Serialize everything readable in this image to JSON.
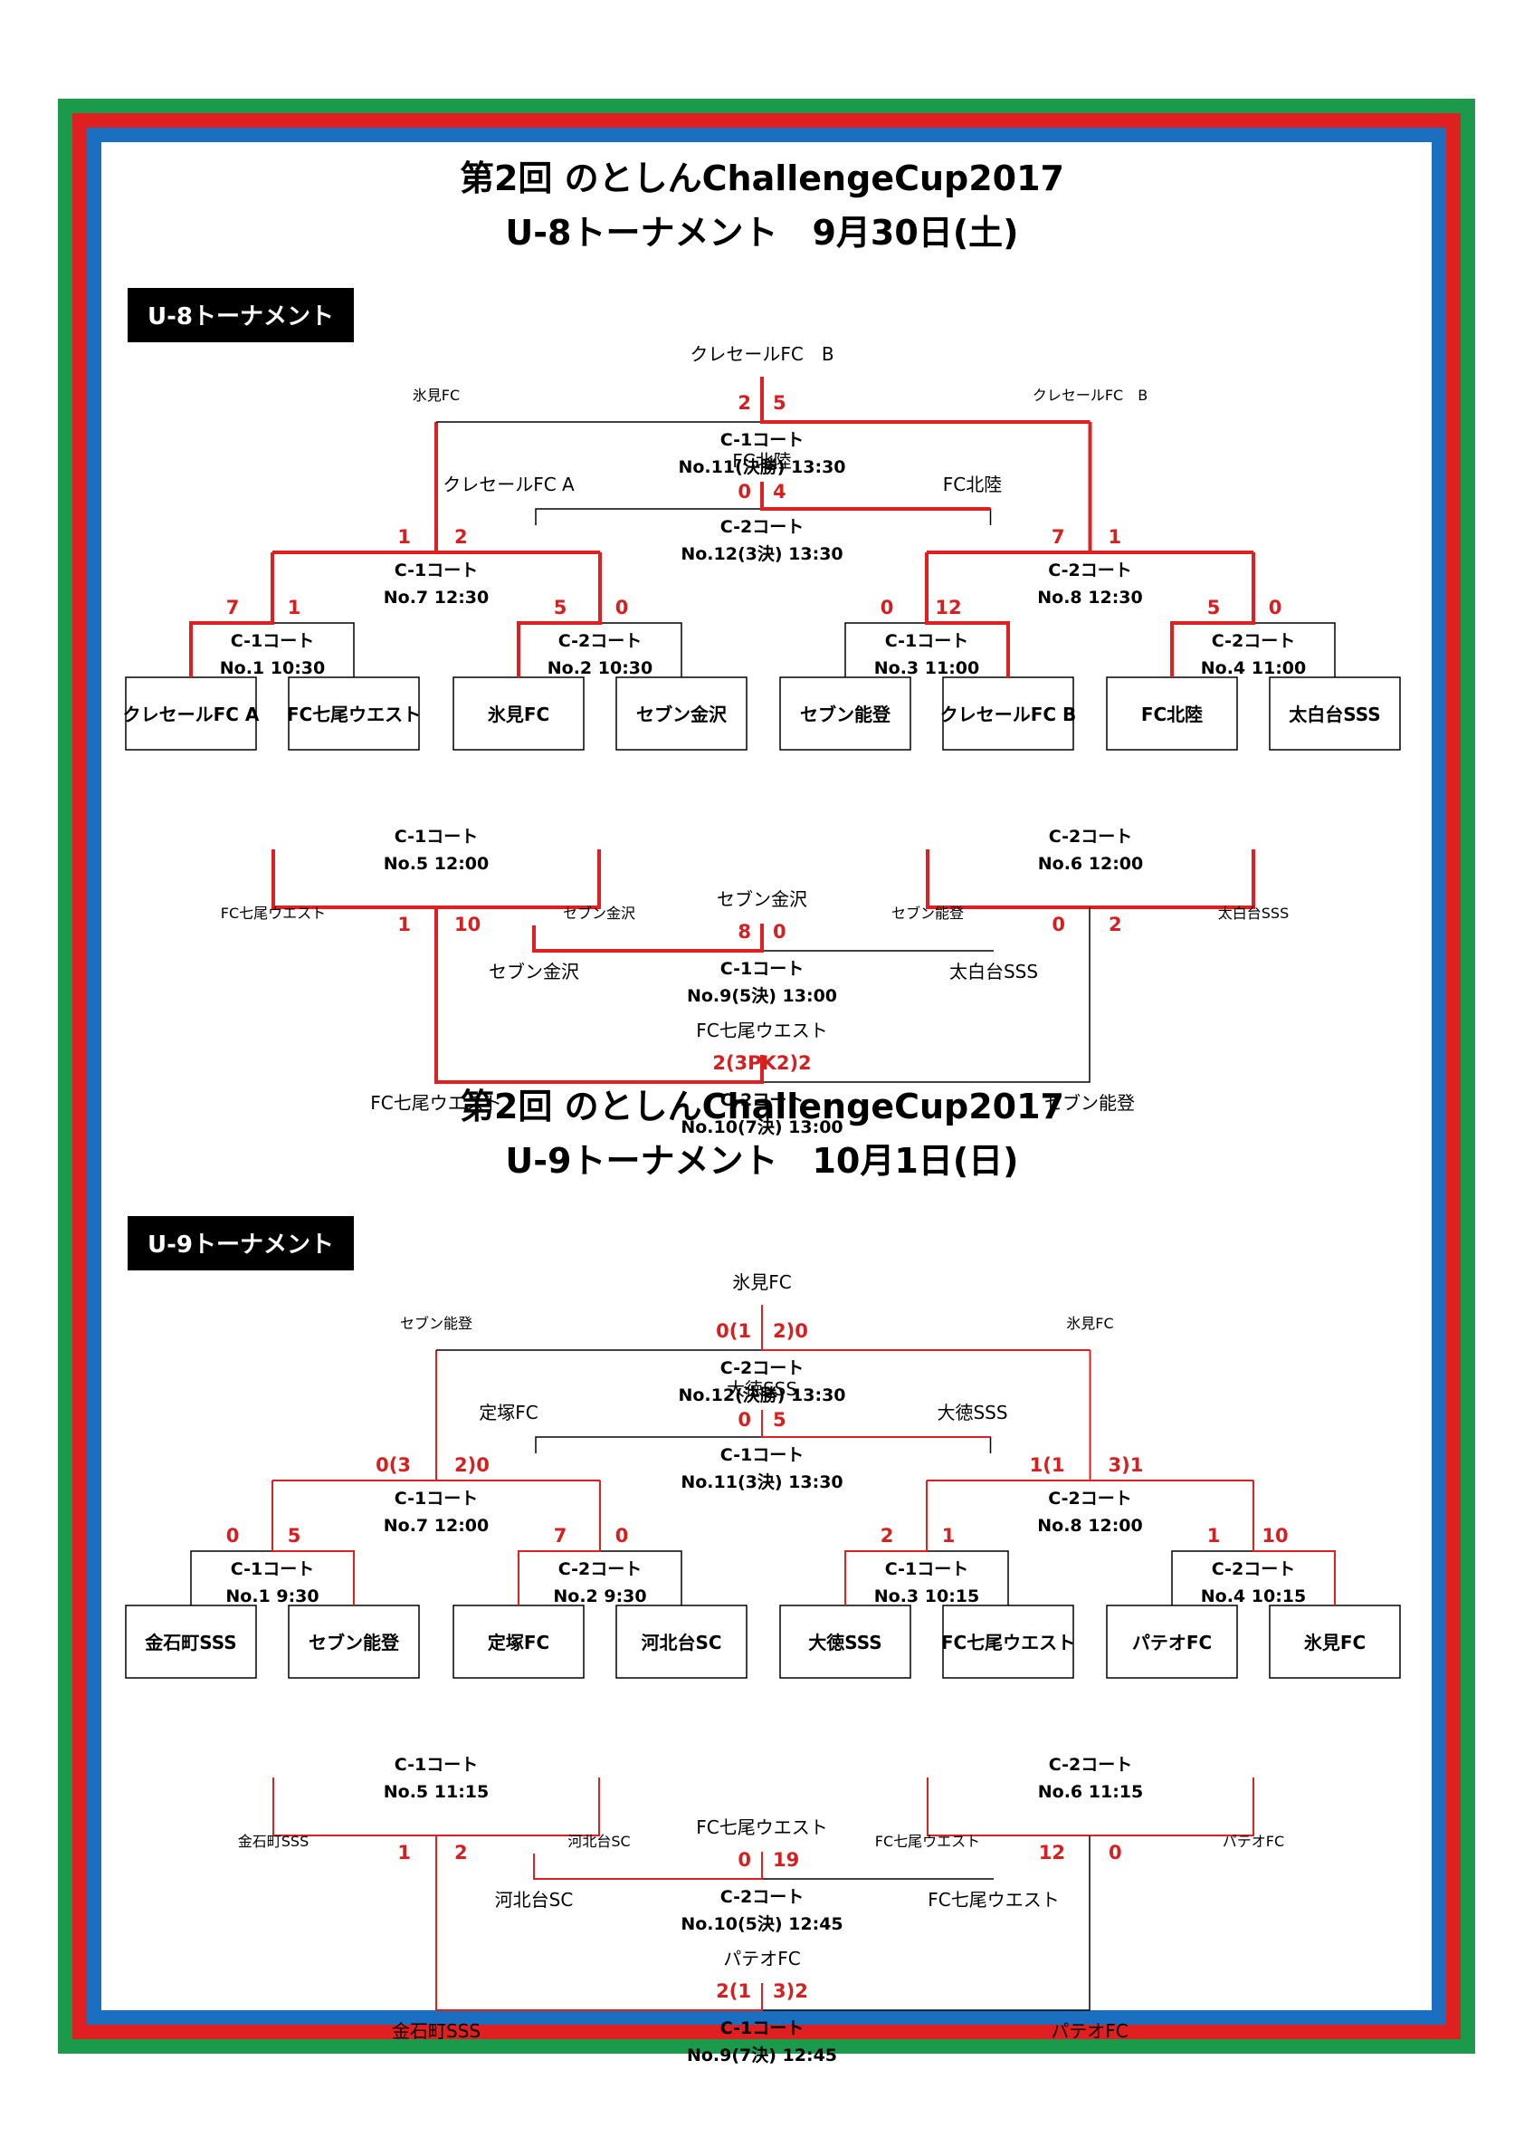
{
  "colors": {
    "win": "#e02020",
    "normal": "#000000",
    "green": "#1a9a4a",
    "red": "#e02020",
    "blue": "#1a6fc0"
  },
  "u8": {
    "title1": "第2回 のとしんChallengeCup2017",
    "title2": "U-8トーナメント　9月30日(土)",
    "banner": "U-8トーナメント",
    "teams": [
      "クレセールFC A",
      "FC七尾ウエスト",
      "氷見FC",
      "セブン金沢",
      "セブン能登",
      "クレセールFC B",
      "FC北陸",
      "太白台SSS"
    ],
    "r1": [
      {
        "court": "C-1コート",
        "match": "No.1 10:30",
        "s1": "7",
        "s2": "1"
      },
      {
        "court": "C-2コート",
        "match": "No.2 10:30",
        "s1": "5",
        "s2": "0"
      },
      {
        "court": "C-1コート",
        "match": "No.3 11:00",
        "s1": "0",
        "s2": "12"
      },
      {
        "court": "C-2コート",
        "match": "No.4 11:00",
        "s1": "5",
        "s2": "0"
      }
    ],
    "semi": [
      {
        "court": "C-1コート",
        "match": "No.7 12:30",
        "s1": "1",
        "s2": "2"
      },
      {
        "court": "C-2コート",
        "match": "No.8 12:30",
        "s1": "7",
        "s2": "1"
      }
    ],
    "final": {
      "court": "C-1コート",
      "match": "No.11(決勝) 13:30",
      "s1": "2",
      "s2": "5",
      "left": "氷見FC",
      "right": "クレセールFC　B",
      "winner": "クレセールFC　B"
    },
    "third": {
      "court": "C-2コート",
      "match": "No.12(3決) 13:30",
      "s1": "0",
      "s2": "4",
      "left": "クレセールFC A",
      "right": "FC北陸",
      "winner": "FC北陸"
    },
    "cons": [
      {
        "court": "C-1コート",
        "match": "No.5 12:00",
        "s1": "1",
        "s2": "10",
        "left": "FC七尾ウエスト",
        "right": "セブン金沢"
      },
      {
        "court": "C-2コート",
        "match": "No.6 12:00",
        "s1": "0",
        "s2": "2",
        "left": "セブン能登",
        "right": "太白台SSS"
      }
    ],
    "fifth": {
      "court": "C-1コート",
      "match": "No.9(5決) 13:00",
      "s1": "8",
      "s2": "0",
      "left": "セブン金沢",
      "right": "太白台SSS",
      "winner": "セブン金沢"
    },
    "seventh": {
      "court": "C-2コート",
      "match": "No.10(7決) 13:00",
      "score": "2(3PK2)2",
      "left": "FC七尾ウエスト",
      "right": "セブン能登",
      "winner": "FC七尾ウエスト"
    }
  },
  "u9": {
    "title1": "第2回 のとしんChallengeCup2017",
    "title2": "U-9トーナメント　10月1日(日)",
    "banner": "U-9トーナメント",
    "teams": [
      "金石町SSS",
      "セブン能登",
      "定塚FC",
      "河北台SC",
      "大徳SSS",
      "FC七尾ウエスト",
      "パテオFC",
      "氷見FC"
    ],
    "r1": [
      {
        "court": "C-1コート",
        "match": "No.1 9:30",
        "s1": "0",
        "s2": "5"
      },
      {
        "court": "C-2コート",
        "match": "No.2 9:30",
        "s1": "7",
        "s2": "0"
      },
      {
        "court": "C-1コート",
        "match": "No.3 10:15",
        "s1": "2",
        "s2": "1"
      },
      {
        "court": "C-2コート",
        "match": "No.4 10:15",
        "s1": "1",
        "s2": "10"
      }
    ],
    "semi": [
      {
        "court": "C-1コート",
        "match": "No.7 12:00",
        "s1": "0(3",
        "s2": "2)0"
      },
      {
        "court": "C-2コート",
        "match": "No.8 12:00",
        "s1": "1(1",
        "s2": "3)1"
      }
    ],
    "final": {
      "court": "C-2コート",
      "match": "No.12(決勝) 13:30",
      "s1": "0(1",
      "s2": "2)0",
      "left": "セブン能登",
      "right": "氷見FC",
      "winner": "氷見FC"
    },
    "third": {
      "court": "C-1コート",
      "match": "No.11(3決) 13:30",
      "s1": "0",
      "s2": "5",
      "left": "定塚FC",
      "right": "大徳SSS",
      "winner": "大徳SSS"
    },
    "cons": [
      {
        "court": "C-1コート",
        "match": "No.5 11:15",
        "s1": "1",
        "s2": "2",
        "left": "金石町SSS",
        "right": "河北台SC"
      },
      {
        "court": "C-2コート",
        "match": "No.6 11:15",
        "s1": "12",
        "s2": "0",
        "left": "FC七尾ウエスト",
        "right": "パテオFC"
      }
    ],
    "fifth": {
      "court": "C-2コート",
      "match": "No.10(5決) 12:45",
      "s1": "0",
      "s2": "19",
      "left": "河北台SC",
      "right": "FC七尾ウエスト",
      "winner": "FC七尾ウエスト"
    },
    "seventh": {
      "court": "C-1コート",
      "match": "No.9(7決) 12:45",
      "s1": "2(1",
      "s2": "3)2",
      "left": "金石町SSS",
      "right": "パテオFC",
      "winner": "パテオFC"
    }
  }
}
